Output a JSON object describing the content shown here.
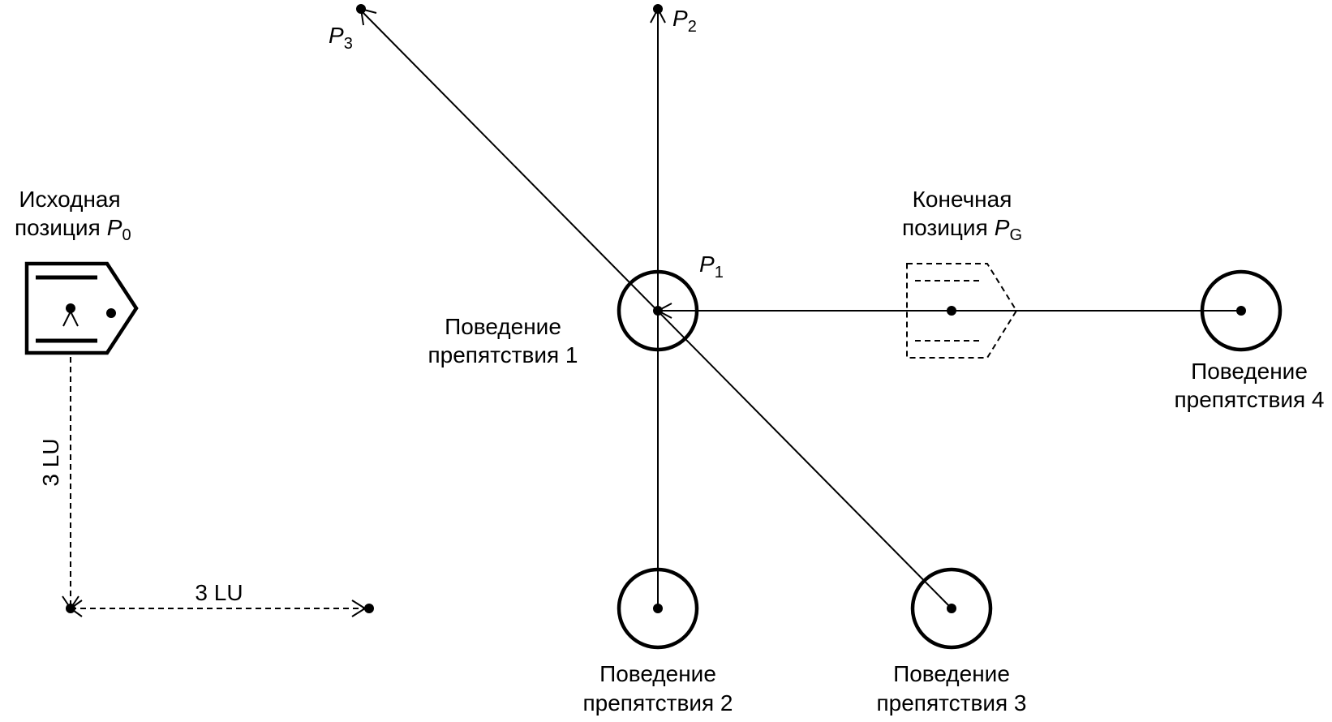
{
  "start_label": {
    "line1": "Исходная",
    "line2": "позиция",
    "p": "P",
    "sub": "0"
  },
  "goal_label": {
    "line1": "Конечная",
    "line2": "позиция",
    "p": "P",
    "sub": "G"
  },
  "points": {
    "p1": {
      "p": "P",
      "sub": "1"
    },
    "p2": {
      "p": "P",
      "sub": "2"
    },
    "p3": {
      "p": "P",
      "sub": "3"
    }
  },
  "obstacles": [
    {
      "line1": "Поведение",
      "line2": "препятствия 1"
    },
    {
      "line1": "Поведение",
      "line2": "препятствия 2"
    },
    {
      "line1": "Поведение",
      "line2": "препятствия 3"
    },
    {
      "line1": "Поведение",
      "line2": "препятствия 4"
    }
  ],
  "dimensions": {
    "vertical": "3 LU",
    "horizontal": "3 LU"
  }
}
